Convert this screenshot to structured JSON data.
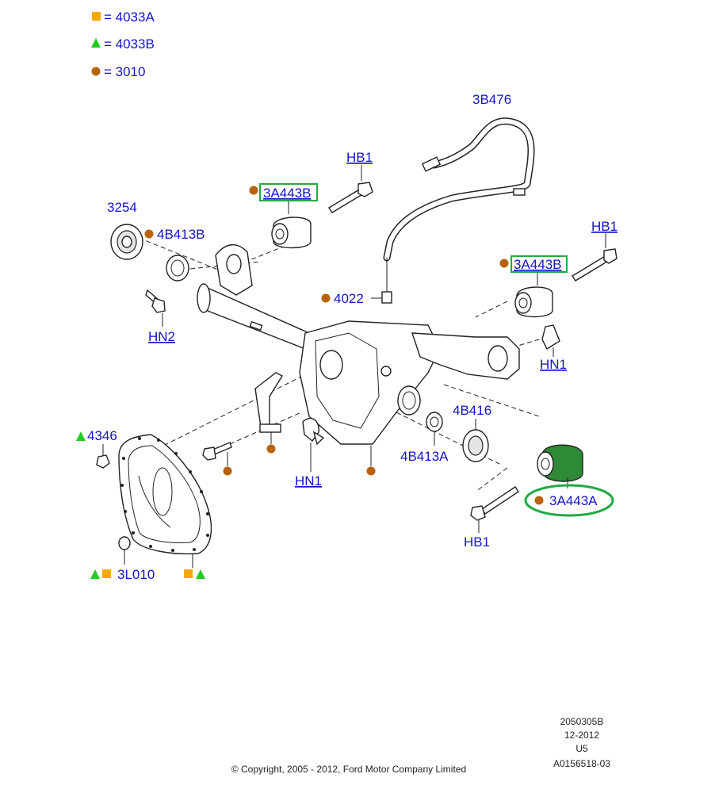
{
  "legend": [
    {
      "symbol": "square",
      "color": "#f5a800",
      "text": "= 4033A"
    },
    {
      "symbol": "triangle",
      "color": "#22cc22",
      "text": "= 4033B"
    },
    {
      "symbol": "dot",
      "color": "#b8620c",
      "text": "= 3010"
    }
  ],
  "labels": {
    "hb1_top": "HB1",
    "p3b476": "3B476",
    "p3254": "3254",
    "p4b413b": "4B413B",
    "p3a443b_left": "3A443B",
    "p3a443b_right": "3A443B",
    "hb1_right": "HB1",
    "p4022": "4022",
    "hn2": "HN2",
    "hn1_right": "HN1",
    "p4346": "4346",
    "p4b416": "4B416",
    "p4b413a": "4B413A",
    "hn1_bottom": "HN1",
    "p3a443a": "3A443A",
    "hb1_bottom": "HB1",
    "p3l010": "3L010"
  },
  "footer": {
    "code1": "2050305B",
    "date": "12-2012",
    "region": "U5",
    "code2": "A0156518-03",
    "copyright": "© Copyright, 2005 - 2012, Ford Motor Company Limited"
  },
  "colors": {
    "label_blue": "#1414c8",
    "highlight_green": "#22aa44",
    "bushing_green": "#2e8a34",
    "square_orange": "#f5a800",
    "triangle_green": "#22cc22",
    "dot_brown": "#b8620c"
  }
}
